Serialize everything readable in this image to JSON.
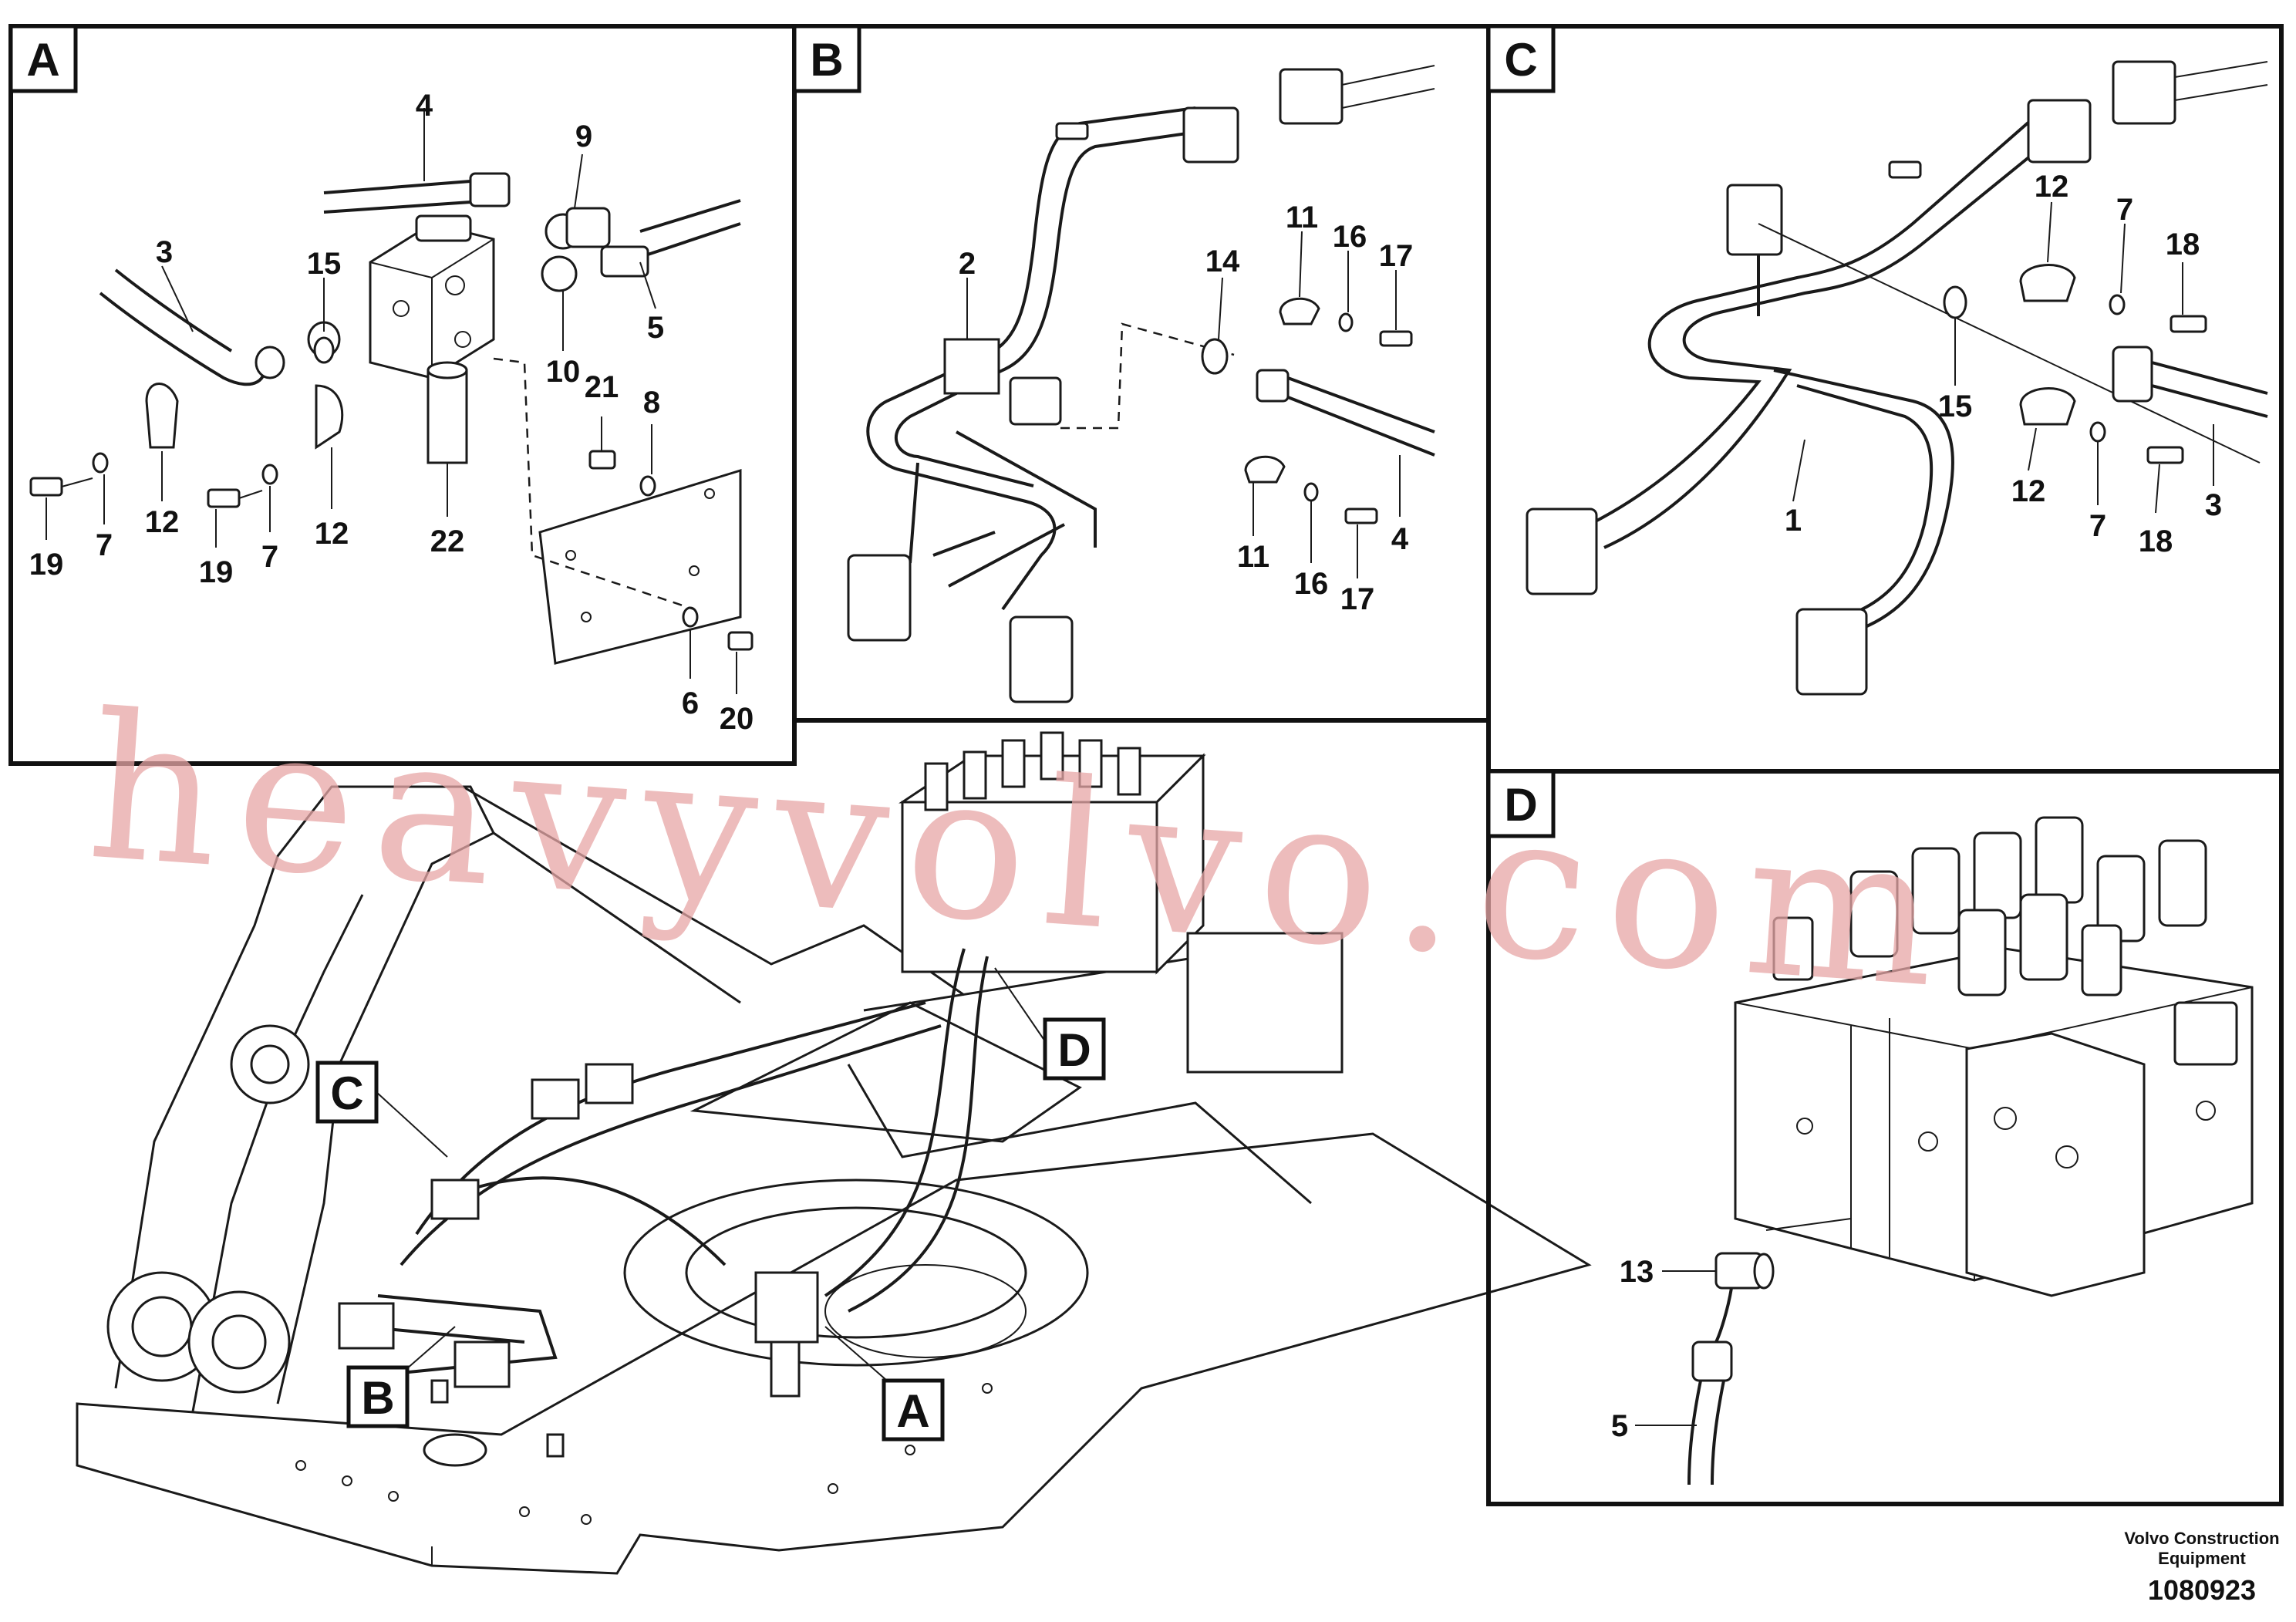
{
  "panels": [
    {
      "letter": "A",
      "callouts": [
        "4",
        "9",
        "3",
        "15",
        "5",
        "10",
        "21",
        "8",
        "19",
        "7",
        "12",
        "19",
        "7",
        "12",
        "22",
        "6",
        "20"
      ]
    },
    {
      "letter": "B",
      "callouts": [
        "2",
        "14",
        "11",
        "16",
        "17",
        "11",
        "16",
        "17",
        "4"
      ]
    },
    {
      "letter": "C",
      "callouts": [
        "12",
        "7",
        "18",
        "15",
        "1",
        "12",
        "7",
        "18",
        "3"
      ]
    },
    {
      "letter": "D",
      "callouts": [
        "13",
        "5"
      ]
    }
  ],
  "overview_labels": [
    "C",
    "D",
    "B",
    "A"
  ],
  "watermark": "heavyvolvo.com",
  "credit": {
    "line1": "Volvo Construction",
    "line2": "Equipment",
    "doc_number": "1080923"
  }
}
